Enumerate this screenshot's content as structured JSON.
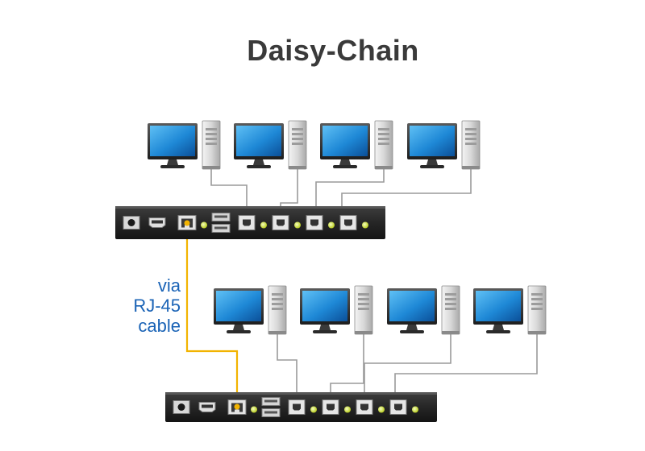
{
  "title": "Daisy-Chain",
  "cable_label": {
    "line1": "via",
    "line2": "RJ-45",
    "line3": "cable"
  },
  "colors": {
    "title": "#3a3a3a",
    "cable_label": "#1a63b6",
    "rj45_cable": "#f2b300",
    "vga_cable": "#9a9a9a",
    "screen": "#2a8fd8",
    "kvm_body": "#2b2b2b",
    "led": "#d9e84a"
  },
  "kvm_units": [
    {
      "name": "top-kvm",
      "computers": 4,
      "usb_ports": 4
    },
    {
      "name": "bottom-kvm",
      "computers": 4,
      "usb_ports": 4
    }
  ]
}
